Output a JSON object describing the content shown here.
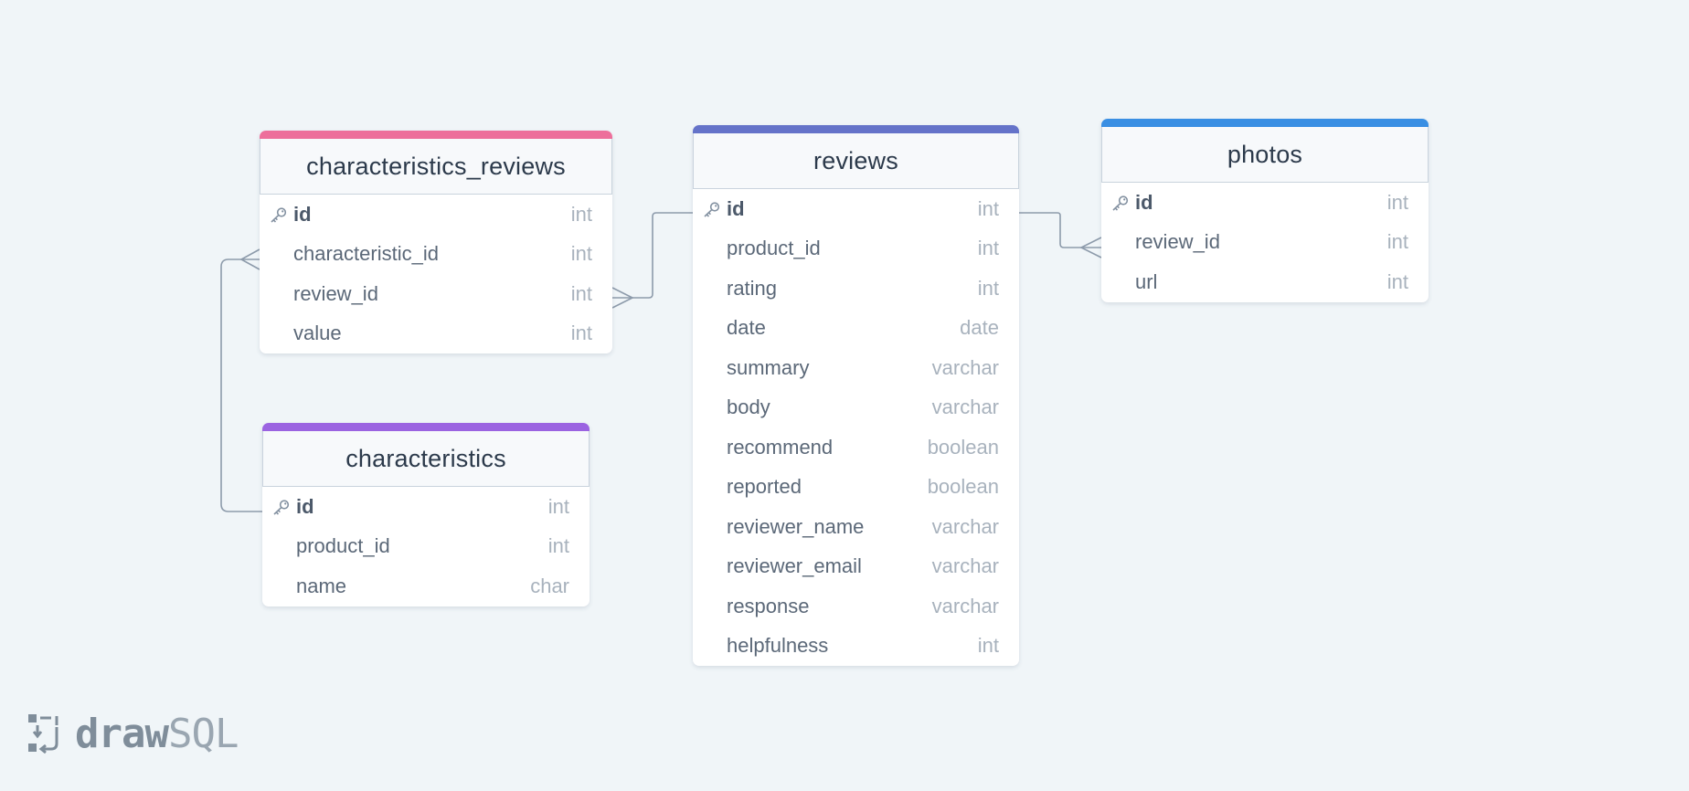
{
  "app": {
    "logo_draw": "draw",
    "logo_sql": "SQL"
  },
  "colors": {
    "background": "#f0f5f8",
    "connector": "#8d9bab",
    "characteristics_reviews_accent": "#ed6f9b",
    "reviews_accent": "#6573c9",
    "photos_accent": "#3a8fe3",
    "characteristics_accent": "#9b63e1"
  },
  "tables": [
    {
      "id": "characteristics_reviews",
      "name": "characteristics_reviews",
      "accent": "#ed6f9b",
      "fields": [
        {
          "name": "id",
          "type": "int",
          "pk": true
        },
        {
          "name": "characteristic_id",
          "type": "int",
          "pk": false
        },
        {
          "name": "review_id",
          "type": "int",
          "pk": false
        },
        {
          "name": "value",
          "type": "int",
          "pk": false
        }
      ]
    },
    {
      "id": "characteristics",
      "name": "characteristics",
      "accent": "#9b63e1",
      "fields": [
        {
          "name": "id",
          "type": "int",
          "pk": true
        },
        {
          "name": "product_id",
          "type": "int",
          "pk": false
        },
        {
          "name": "name",
          "type": "char",
          "pk": false
        }
      ]
    },
    {
      "id": "reviews",
      "name": "reviews",
      "accent": "#6573c9",
      "fields": [
        {
          "name": "id",
          "type": "int",
          "pk": true
        },
        {
          "name": "product_id",
          "type": "int",
          "pk": false
        },
        {
          "name": "rating",
          "type": "int",
          "pk": false
        },
        {
          "name": "date",
          "type": "date",
          "pk": false
        },
        {
          "name": "summary",
          "type": "varchar",
          "pk": false
        },
        {
          "name": "body",
          "type": "varchar",
          "pk": false
        },
        {
          "name": "recommend",
          "type": "boolean",
          "pk": false
        },
        {
          "name": "reported",
          "type": "boolean",
          "pk": false
        },
        {
          "name": "reviewer_name",
          "type": "varchar",
          "pk": false
        },
        {
          "name": "reviewer_email",
          "type": "varchar",
          "pk": false
        },
        {
          "name": "response",
          "type": "varchar",
          "pk": false
        },
        {
          "name": "helpfulness",
          "type": "int",
          "pk": false
        }
      ]
    },
    {
      "id": "photos",
      "name": "photos",
      "accent": "#3a8fe3",
      "fields": [
        {
          "name": "id",
          "type": "int",
          "pk": true
        },
        {
          "name": "review_id",
          "type": "int",
          "pk": false
        },
        {
          "name": "url",
          "type": "int",
          "pk": false
        }
      ]
    }
  ],
  "relations": [
    {
      "from_table": "characteristics",
      "from_field": "id",
      "to_table": "characteristics_reviews",
      "to_field": "characteristic_id",
      "cardinality": "one-to-many"
    },
    {
      "from_table": "reviews",
      "from_field": "id",
      "to_table": "characteristics_reviews",
      "to_field": "review_id",
      "cardinality": "one-to-many"
    },
    {
      "from_table": "reviews",
      "from_field": "id",
      "to_table": "photos",
      "to_field": "review_id",
      "cardinality": "one-to-many"
    }
  ]
}
